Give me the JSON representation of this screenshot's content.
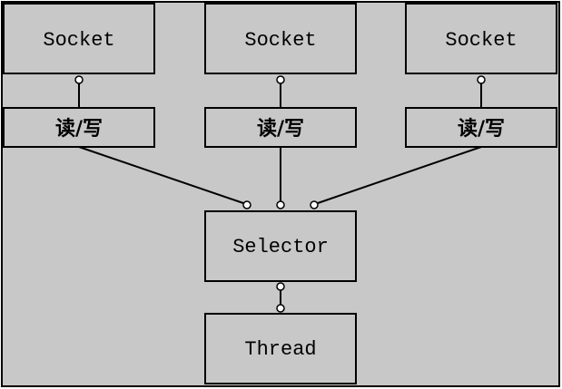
{
  "diagram": {
    "background_color": "#c8c8c8",
    "box_fill": "#c8c8c8",
    "stroke_color": "#000000",
    "sockets": [
      {
        "label": "Socket"
      },
      {
        "label": "Socket"
      },
      {
        "label": "Socket"
      }
    ],
    "rw": [
      {
        "label": "读/写"
      },
      {
        "label": "读/写"
      },
      {
        "label": "读/写"
      }
    ],
    "selector": {
      "label": "Selector"
    },
    "thread": {
      "label": "Thread"
    }
  }
}
